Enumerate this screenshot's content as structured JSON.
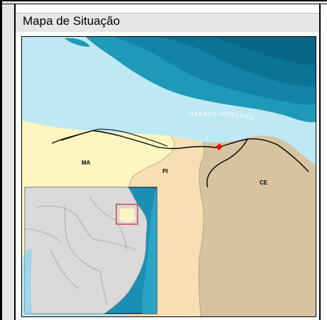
{
  "title": "Mapa de Situação",
  "map": {
    "ocean_label": "Oceano Atlântico",
    "states": {
      "ma": "MA",
      "pi": "PI",
      "ce": "CE"
    },
    "colors": {
      "deep_ocean": "#0b7fa0",
      "mid_ocean": "#1e9ab8",
      "shallow_ocean": "#bde8f4",
      "maranhao": "#fdf5c0",
      "piaui": "#f6dfb4",
      "ceara": "#d8c3a0",
      "route": "#000000",
      "marker": "#ff0000",
      "inset_highlight": "#d42020"
    }
  }
}
